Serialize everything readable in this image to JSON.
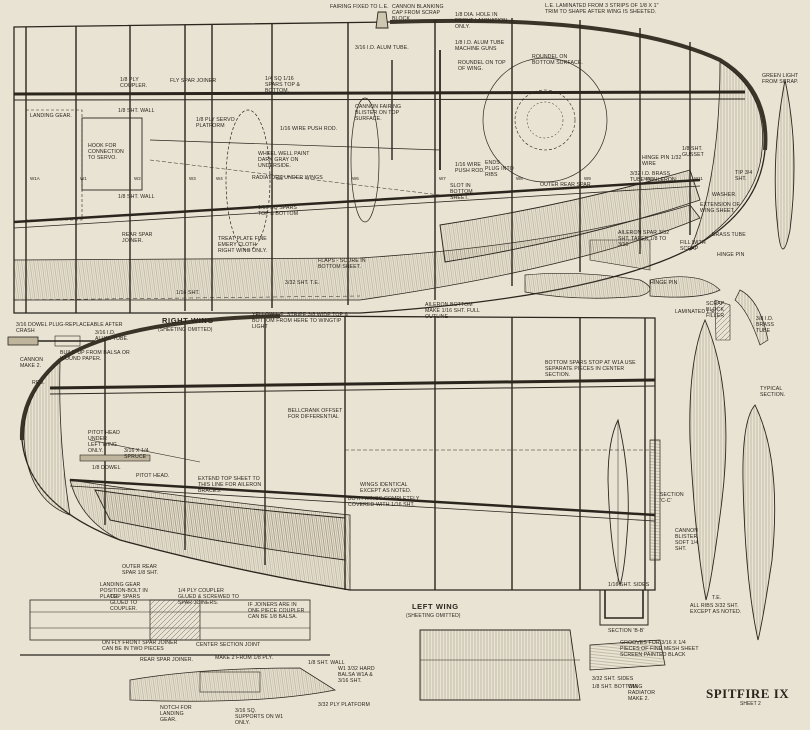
{
  "title": "SPITFIRE IX",
  "sheet": "SHEET 2",
  "right_wing": {
    "heading": "RIGHT WING",
    "sub": "(SHEETING OMITTED)",
    "callouts": [
      "FAIRING FIXED TO L.E.",
      "CANNON BLANKING CAP FROM SCRAP BLOCK.",
      "1/8 DIA. HOLE IN FRONT LAMINATION ONLY.",
      "L.E. LAMINATED FROM 3 STRIPS OF 1/8 x 1\" TRIM TO SHAPE AFTER WING IS SHEETED.",
      "3/16 I.D. ALUM TUBE.",
      "1/8 I.D. ALUM TUBE MACHINE GUNS",
      "ROUNDEL ON TOP OF WING.",
      "ROUNDEL ON BOTTOM SURFACE.",
      "GREEN LIGHT FROM SCRAP.",
      "1/8 PLY COUPLER.",
      "FLY SPAR JOINER",
      "1/4 SQ 1/16 SPARS TOP & BOTTOM.",
      "CANNON FAIRING BLISTER ON TOP SURFACE.",
      "LANDING GEAR.",
      "1/8 SHT. WALL",
      "1/8 PLY SERVO PLATFORM",
      "1/16 WIRE PUSH ROD.",
      "HOOK FOR CONNECTION TO SERVO.",
      "WHEEL WELL PAINT DARK GRAY ON UNDERSIDE.",
      "RADIATORS UNDER WINGS",
      "1/8 SHT. WALL",
      "1/16 SQ SPARS TOP & BOTTOM",
      "1/16 WIRE PUSH ROD.",
      "SLOT IN BOTTOM SHEET.",
      "ENDS PLUG INTO RIBS",
      "OUTER REAR SPAR.",
      "HINGE PIN 1/32 WIRE",
      "1/8 SHT. GUSSET",
      "3/32 I.D. BRASS TUBE IN AILERON",
      "TIP 3/4 SHT.",
      "WASHER.",
      "EXTENSION OF WING SHEET.",
      "REAR SPAR JOINER.",
      "TREAT PLATE FINE EMERY CLOTH RIGHT WING ONLY.",
      "FLAPS - SCORE IN BOTTOM SHEET.",
      "AILERON SPAR 3/32 SHT. TAPER 1/8 TO 3/16",
      "BRASS TUBE",
      "FILL WITH SCRAP",
      "HINGE PIN",
      "3/32 SHT. T.E.",
      "1/16 SHT.",
      "AILERON BOTTOM MAKE 1/16 SHT. FULL OUTLINE",
      "YELLOW L.E. STRIPE 3/8 WIDE TOP & BOTTOM FROM HERE TO WINGTIP LIGHT",
      "LAMINATED L.E.",
      "SCRAP BLOCK FILLER",
      "3/8 I.D. BRASS TUBE",
      "3/16 DOWEL PLUG-REPLACEABLE AFTER CRASH",
      "3/16 I.D. ALUM. TUBE.",
      "BUILD UP FROM BALSA OR WOUND PAPER.",
      "CANNON MAKE 2.",
      "RED."
    ]
  },
  "left_wing": {
    "heading": "LEFT WING",
    "sub": "(SHEETING OMITTED)",
    "callouts": [
      "BOTTOM SPARS STOP AT W1A USE SEPARATE PIECES IN CENTER SECTION.",
      "BELLCRANK OFFSET FOR DIFFERENTIAL",
      "PITOT HEAD UNDER LEFT WING ONLY.",
      "3/16 x 1/4 SPRUCE",
      "1/8 DOWEL",
      "PITOT HEAD.",
      "EXTEND TOP SHEET TO THIS LINE FOR AILERON BRACES.",
      "WINGS IDENTICAL EXCEPT AS NOTED.",
      "BOTH WINGS COMPLETELY COVERED WITH 1/16 SHT.",
      "OUTER REAR SPAR 1/8 SHT.",
      "LANDING GEAR POSITION-BOLT IN PLACE.",
      "TOP SPARS GLUED TO COUPLER.",
      "1/4 PLY COUPLER GLUED & SCREWED TO SPAR JOINERS.",
      "IF JOINERS ARE IN ONE PIECE COUPLER CAN BE 1/8 BALSA.",
      "ON FLY FRONT SPAR JOINER CAN BE IN TWO PIECES",
      "CENTER SECTION JOINT",
      "REAR SPAR JOINER.",
      "MAKE 2 FROM 1/8 PLY.",
      "1/8 SHT. WALL",
      "W1 3/32 HARD BALSA W1A & 3/16 SHT.",
      "3/32 PLY PLATFORM",
      "3/16 SQ. SUPPORTS ON W1 ONLY.",
      "NOTCH FOR LANDING GEAR."
    ]
  },
  "details": [
    "SECTION 'C-C'",
    "SECTION 'B-B'",
    "1/16 SHT. SIDES",
    "CANNON BLISTER SOFT 1/4 SHT.",
    "TYPICAL SECTION.",
    "ALL RIBS 3/32 SHT. EXCEPT AS NOTED.",
    "GROOVES FOR 3/16 x 1/4 PIECES OF FINE MESH SHEET SCREEN PAINTED BLACK",
    "3/32 SHT. SIDES",
    "1/8 SHT. BOTTOM.",
    "WING RADIATOR MAKE 2.",
    "T.E.",
    "HINGE PIN"
  ],
  "rib_labels": [
    "W1A",
    "W1",
    "W2",
    "W3",
    "W4",
    "W5",
    "W6",
    "W7",
    "W8",
    "W9",
    "W10",
    "W11",
    "W12"
  ]
}
